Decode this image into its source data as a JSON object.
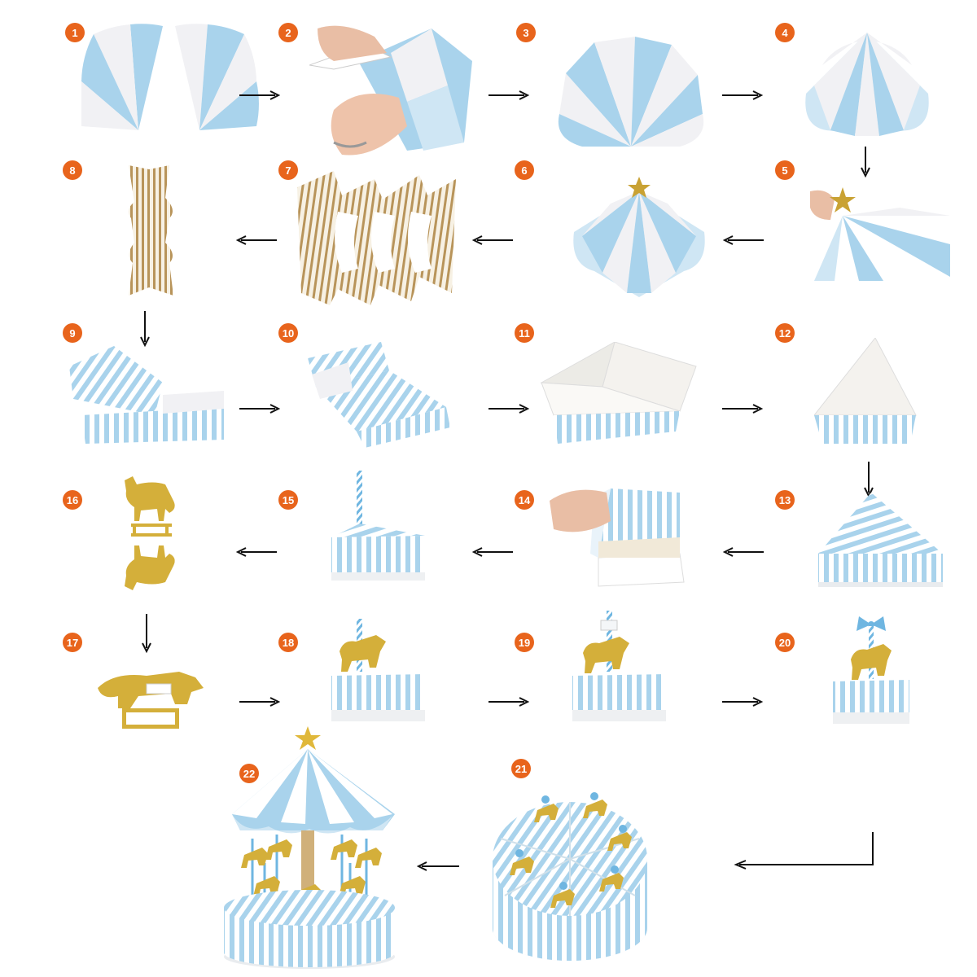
{
  "steps": [
    {
      "num": "1",
      "kind": "panels-open"
    },
    {
      "num": "2",
      "kind": "panels-hands"
    },
    {
      "num": "3",
      "kind": "canopy-flat"
    },
    {
      "num": "4",
      "kind": "canopy-folded"
    },
    {
      "num": "5",
      "kind": "star-attach"
    },
    {
      "num": "6",
      "kind": "canopy-star"
    },
    {
      "num": "7",
      "kind": "gold-strip"
    },
    {
      "num": "8",
      "kind": "gold-pole"
    },
    {
      "num": "9",
      "kind": "striped-strips"
    },
    {
      "num": "10",
      "kind": "striped-fold"
    },
    {
      "num": "11",
      "kind": "tray-open"
    },
    {
      "num": "12",
      "kind": "tray-wedge"
    },
    {
      "num": "13",
      "kind": "lid-wedge"
    },
    {
      "num": "14",
      "kind": "box-closing"
    },
    {
      "num": "15",
      "kind": "box-straw"
    },
    {
      "num": "16",
      "kind": "unicorn-cutout"
    },
    {
      "num": "17",
      "kind": "unicorn-folded"
    },
    {
      "num": "18",
      "kind": "box-unicorn"
    },
    {
      "num": "19",
      "kind": "box-unicorn-clip"
    },
    {
      "num": "20",
      "kind": "box-unicorn-bow"
    },
    {
      "num": "21",
      "kind": "cake-assembled"
    },
    {
      "num": "22",
      "kind": "carousel-cake"
    }
  ],
  "colors": {
    "badge": "#e8641c",
    "blue": "#a9d3ec",
    "blue_dark": "#6fb6e1",
    "paper": "#f4f6f8",
    "gold": "#c9a234",
    "arrow": "#111111"
  }
}
